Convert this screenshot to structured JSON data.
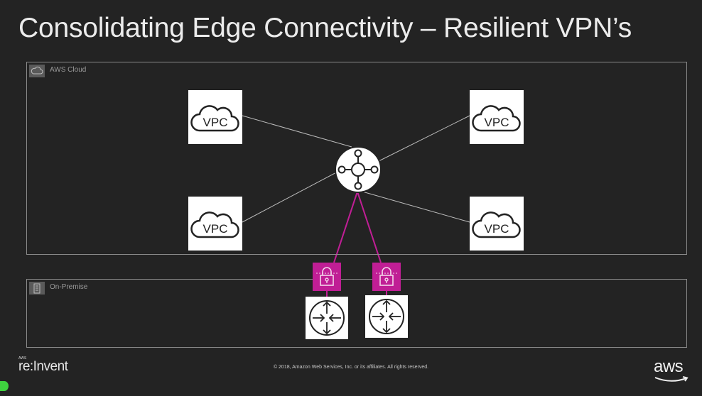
{
  "slide": {
    "title": "Consolidating Edge Connectivity – Resilient VPN’s"
  },
  "regions": {
    "aws_cloud": {
      "label": "AWS Cloud",
      "icon": "cloud-icon"
    },
    "on_premise": {
      "label": "On-Premise",
      "icon": "building-icon"
    }
  },
  "nodes": {
    "vpcs": [
      {
        "label": "VPC"
      },
      {
        "label": "VPC"
      },
      {
        "label": "VPC"
      },
      {
        "label": "VPC"
      }
    ],
    "hub": {
      "icon": "transit-gateway-icon"
    },
    "vpn_connections": [
      {
        "icon": "vpn-lock-icon"
      },
      {
        "icon": "vpn-lock-icon"
      }
    ],
    "routers": [
      {
        "icon": "router-icon"
      },
      {
        "icon": "router-icon"
      }
    ]
  },
  "colors": {
    "background": "#232323",
    "vpn_accent": "#c01e95",
    "link_line": "#bdbdbd"
  },
  "footer": {
    "brand_small": "AWS",
    "brand": "re:Invent",
    "copyright": "© 2018, Amazon Web Services, Inc. or its affiliates. All rights reserved.",
    "logo": "aws"
  }
}
